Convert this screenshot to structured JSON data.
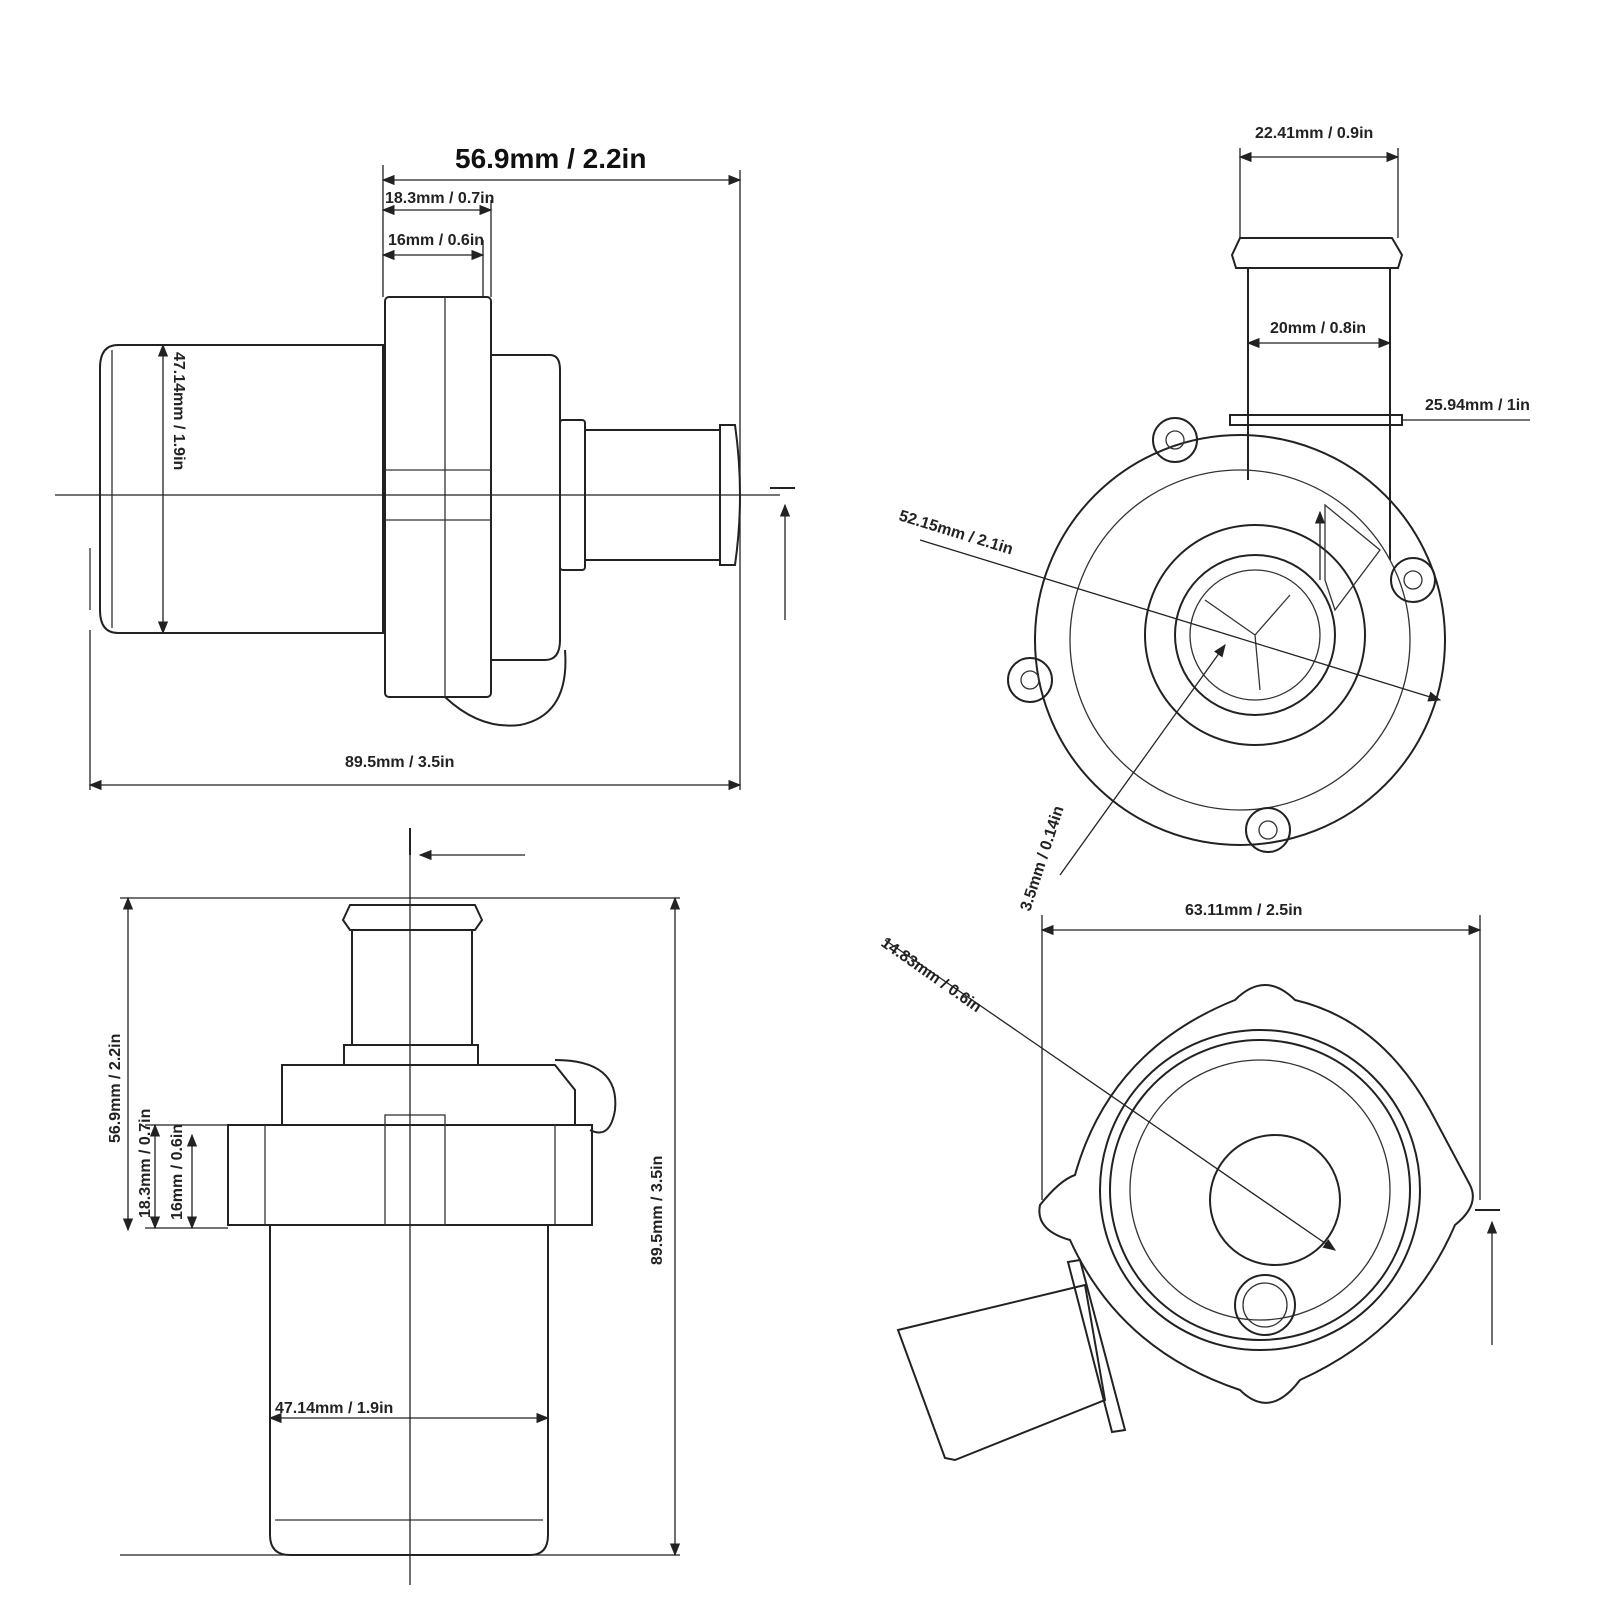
{
  "views": {
    "side_view": {
      "overall_width_top": "56.9mm / 2.2in",
      "flange_outer": "18.3mm / 0.7in",
      "flange_inner": "16mm / 0.6in",
      "body_diameter": "47.14mm / 1.9in",
      "overall_length": "89.5mm / 3.5in"
    },
    "outlet_view": {
      "outlet_outer": "22.41mm / 0.9in",
      "outlet_inner": "20mm / 0.8in",
      "outlet_ring": "25.94mm / 1in",
      "housing_diameter": "52.15mm / 2.1in",
      "impeller_gap": "3.5mm / 0.14in"
    },
    "front_view": {
      "height_top": "56.9mm / 2.2in",
      "flange_outer": "18.3mm / 0.7in",
      "flange_inner": "16mm / 0.6in",
      "overall_height": "89.5mm / 3.5in",
      "body_width": "47.14mm / 1.9in"
    },
    "bottom_view": {
      "flange_width": "63.11mm / 2.5in",
      "inlet_diameter": "14.83mm / 0.6in"
    }
  }
}
